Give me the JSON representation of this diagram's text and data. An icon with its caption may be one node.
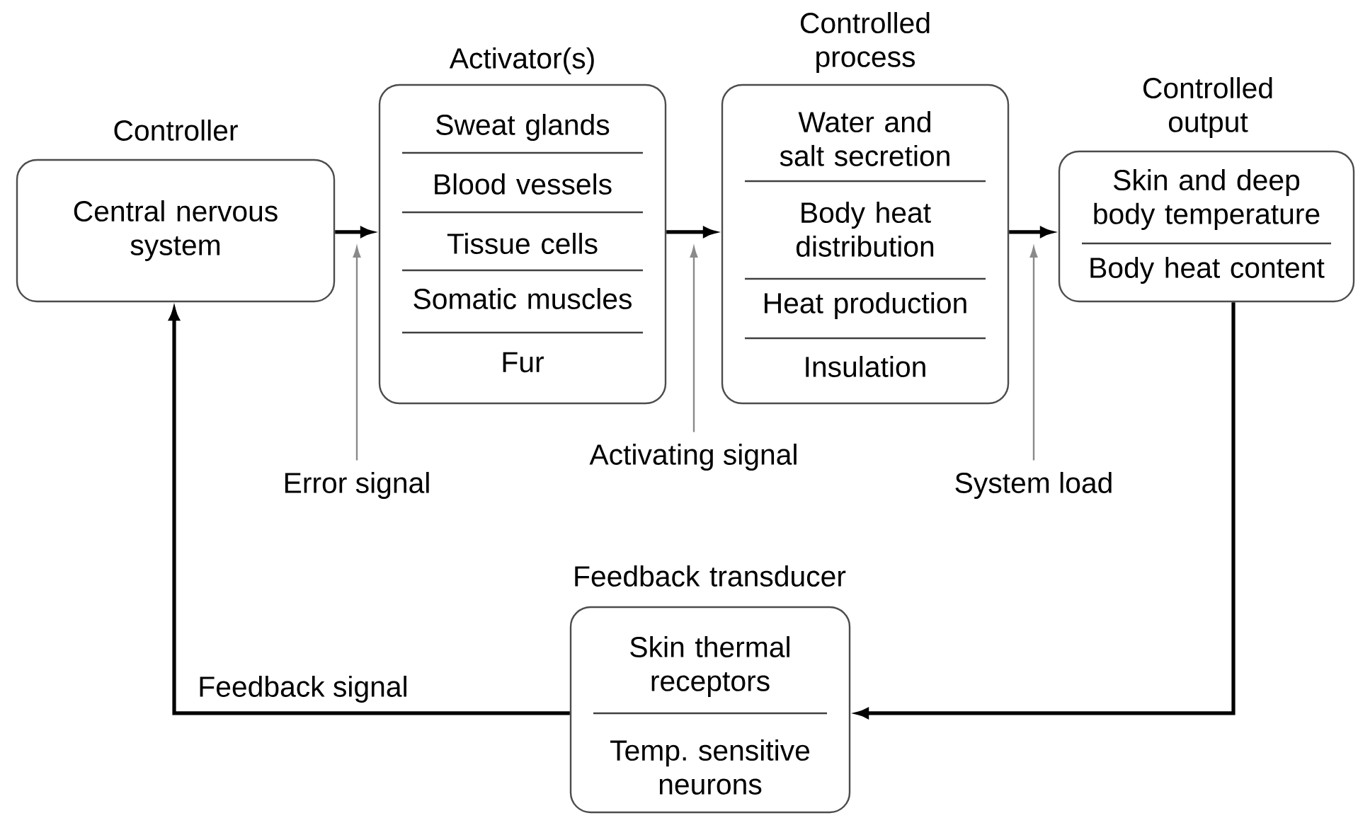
{
  "diagram": {
    "nodes": [
      {
        "text": [
          "Controller",
          "Central nervous system"
        ]
      },
      {
        "text": [
          "Activator(s)",
          "Sweat glands",
          "Blood vessels",
          "Tissue cells",
          "Somatic muscles",
          "Fur"
        ]
      },
      {
        "text": [
          "Controlled process",
          "Water and salt secretion",
          "Body heat distribution",
          "Heat production",
          "Insulation"
        ]
      },
      {
        "text": [
          "Controlled output",
          "Skin and deep body temperature",
          "Body heat content"
        ]
      },
      {
        "text": [
          "Feedback transducer",
          "Skin thermal receptors",
          "Temp. sensitive neurons"
        ]
      },
      {
        "text": [
          "Error signal"
        ]
      },
      {
        "text": [
          "Activating signal"
        ]
      },
      {
        "text": [
          "System load"
        ]
      }
    ],
    "edges": [
      {
        "from": 0,
        "to": 1,
        "arrow": "to"
      },
      {
        "from": 1,
        "to": 2,
        "arrow": "to"
      },
      {
        "from": 2,
        "to": 3,
        "arrow": "to"
      },
      {
        "from": 3,
        "to": 4,
        "arrow": "to"
      },
      {
        "from": 4,
        "to": 0,
        "arrow": "to",
        "label": "Feedback signal"
      },
      {
        "from": 5,
        "to": null,
        "arrow": "to",
        "color": "#8a8a8a"
      },
      {
        "from": 6,
        "to": null,
        "arrow": "to",
        "color": "#8a8a8a"
      },
      {
        "from": 7,
        "to": null,
        "arrow": "to",
        "color": "#8a8a8a"
      }
    ]
  }
}
